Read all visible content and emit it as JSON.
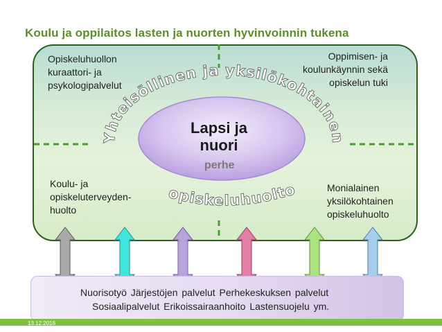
{
  "title": "Koulu ja oppilaitos lasten ja nuorten hyvinvoinnin tukena",
  "corners": {
    "top_left": [
      "Opiskeluhuollon",
      "kuraattori- ja",
      "psykologipalvelut"
    ],
    "top_right": [
      "Oppimisen- ja",
      "koulunkäynnin sekä",
      "opiskelun tuki"
    ],
    "bottom_left": [
      "Koulu- ja",
      "opiskeluterveyden-",
      "huolto"
    ],
    "bottom_right": [
      "Monialainen",
      "yksilökohtainen",
      "opiskeluhuolto"
    ]
  },
  "center": {
    "line1": "Lapsi ja",
    "line2": "nuori",
    "sub": "perhe"
  },
  "arc_top": "Yhteisöllinen ja yksilökohtainen",
  "arc_bottom": "opiskeluhuolto",
  "services": {
    "row1": "Nuorisotyö    Järjestöjen palvelut    Perhekeskuksen palvelut",
    "row2": "Sosiaalipalvelut   Erikoissairaanhoito   Lastensuojelu ym."
  },
  "footer": {
    "date": "13.12.2016"
  },
  "colors": {
    "title": "#5a8f2a",
    "arrows": [
      "#a0a0a0",
      "#3fe0d8",
      "#b7a0d8",
      "#e07aa0",
      "#a8e07a",
      "#a0c8e8"
    ]
  }
}
